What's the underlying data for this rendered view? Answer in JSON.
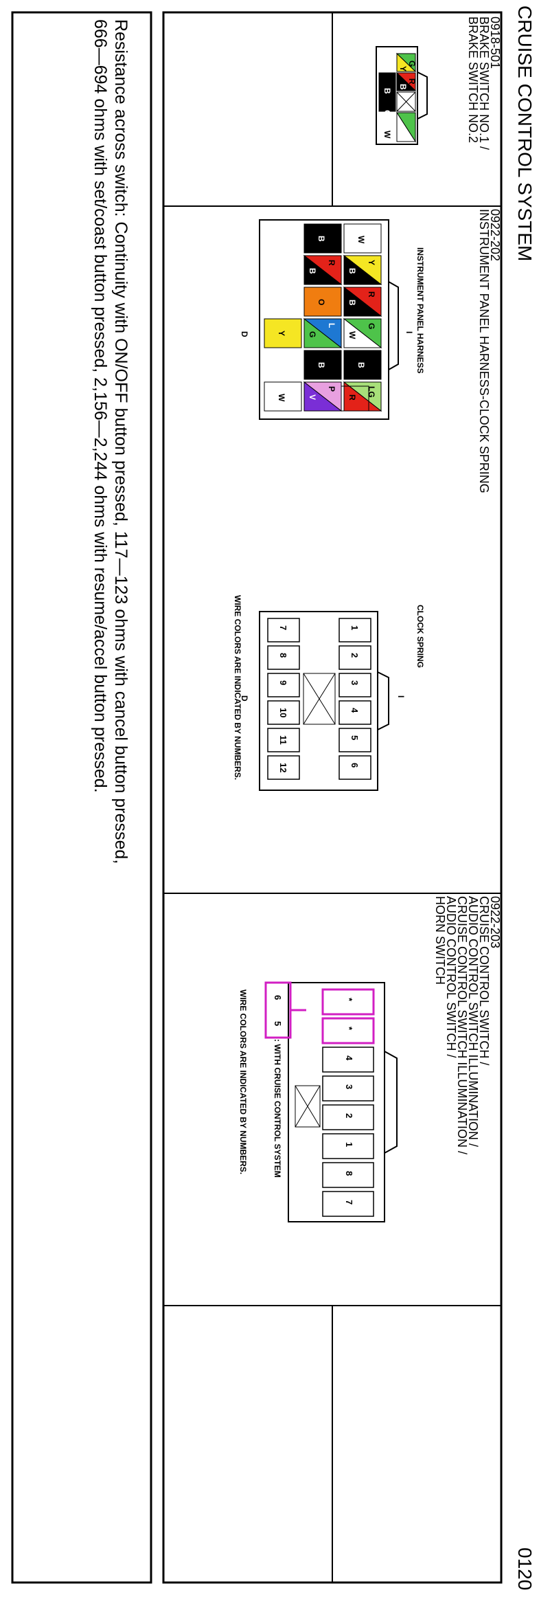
{
  "header": {
    "title": "CRUISE CONTROL SYSTEM",
    "page_number": "0120"
  },
  "connectors": [
    {
      "code": "0918-501",
      "names": [
        "BRAKE SWITCH NO.1 /",
        "BRAKE SWITCH NO.2"
      ],
      "wires": [
        {
          "code": "G",
          "color": "#4ec34a"
        },
        {
          "code": "Y",
          "color": "#f5e623"
        },
        {
          "code": "R",
          "color": "#e32219"
        },
        {
          "code": "B",
          "color": "#000000"
        },
        {
          "code": "B",
          "color": "#000000"
        },
        {
          "code": "G",
          "color": "#4ec34a"
        },
        {
          "code": "W",
          "color": "#ffffff"
        }
      ]
    },
    {
      "code": "0922-202",
      "names": [
        "INSTRUMENT PANEL HARNESS-CLOCK SPRING"
      ],
      "harness_caption": "INSTRUMENT PANEL HARNESS",
      "clock_spring_caption": "CLOCK SPRING",
      "letter_top": "I",
      "letter_bottom": "D",
      "footnote": "WIRE COLORS ARE INDICATED BY NUMBERS.",
      "harness_wires": [
        {
          "code": "W",
          "color": "#ffffff"
        },
        {
          "code": "B",
          "color": "#000000"
        },
        {
          "code": "Y",
          "color": "#f5e623"
        },
        {
          "code": "B",
          "color": "#000000"
        },
        {
          "code": "R",
          "color": "#e32219"
        },
        {
          "code": "B",
          "color": "#000000"
        },
        {
          "code": "R",
          "color": "#e32219"
        },
        {
          "code": "B",
          "color": "#000000"
        },
        {
          "code": "G",
          "color": "#4ec34a"
        },
        {
          "code": "O",
          "color": "#f07d10"
        },
        {
          "code": "L",
          "color": "#1e78d2"
        },
        {
          "code": "G",
          "color": "#4ec34a"
        },
        {
          "code": "W",
          "color": "#ffffff"
        },
        {
          "code": "B",
          "color": "#000000"
        },
        {
          "code": "Y",
          "color": "#f5e623"
        },
        {
          "code": "LG",
          "color": "#a8e07a"
        },
        {
          "code": "P",
          "color": "#e8a0e0"
        },
        {
          "code": "R",
          "color": "#e32219"
        },
        {
          "code": "B",
          "color": "#000000"
        },
        {
          "code": "V",
          "color": "#7a2ed6"
        },
        {
          "code": "W",
          "color": "#ffffff"
        }
      ],
      "clock_spring_pins": [
        "1",
        "2",
        "3",
        "4",
        "5",
        "6",
        "7",
        "8",
        "9",
        "10",
        "11",
        "12"
      ]
    },
    {
      "code": "0922-203",
      "names": [
        "CRUISE CONTROL SWITCH /",
        "AUDIO CONTROL SWITCH ILLUMINATION /",
        "CRUISE CONTROL SWITCH ILLUMINATION /",
        "AUDIO CONTROL SWITCH /",
        "HORN SWITCH"
      ],
      "pins": [
        "*",
        "*",
        "4",
        "3",
        "2",
        "1",
        "8",
        "7"
      ],
      "legend_pins": [
        "6",
        "5"
      ],
      "legend_text": ": WITH CRUISE CONTROL SYSTEM",
      "footnote": "WIRE COLORS ARE INDICATED BY NUMBERS.",
      "highlight_color": "#d21fc3"
    }
  ],
  "note": {
    "lines": [
      "Resistance across switch: Continuity with ON/OFF button pressed, 117—123 ohms with cancel button pressed,",
      "666—694 ohms with set/coast button pressed, 2,156—2,244 ohms with resume/accel button pressed."
    ]
  }
}
